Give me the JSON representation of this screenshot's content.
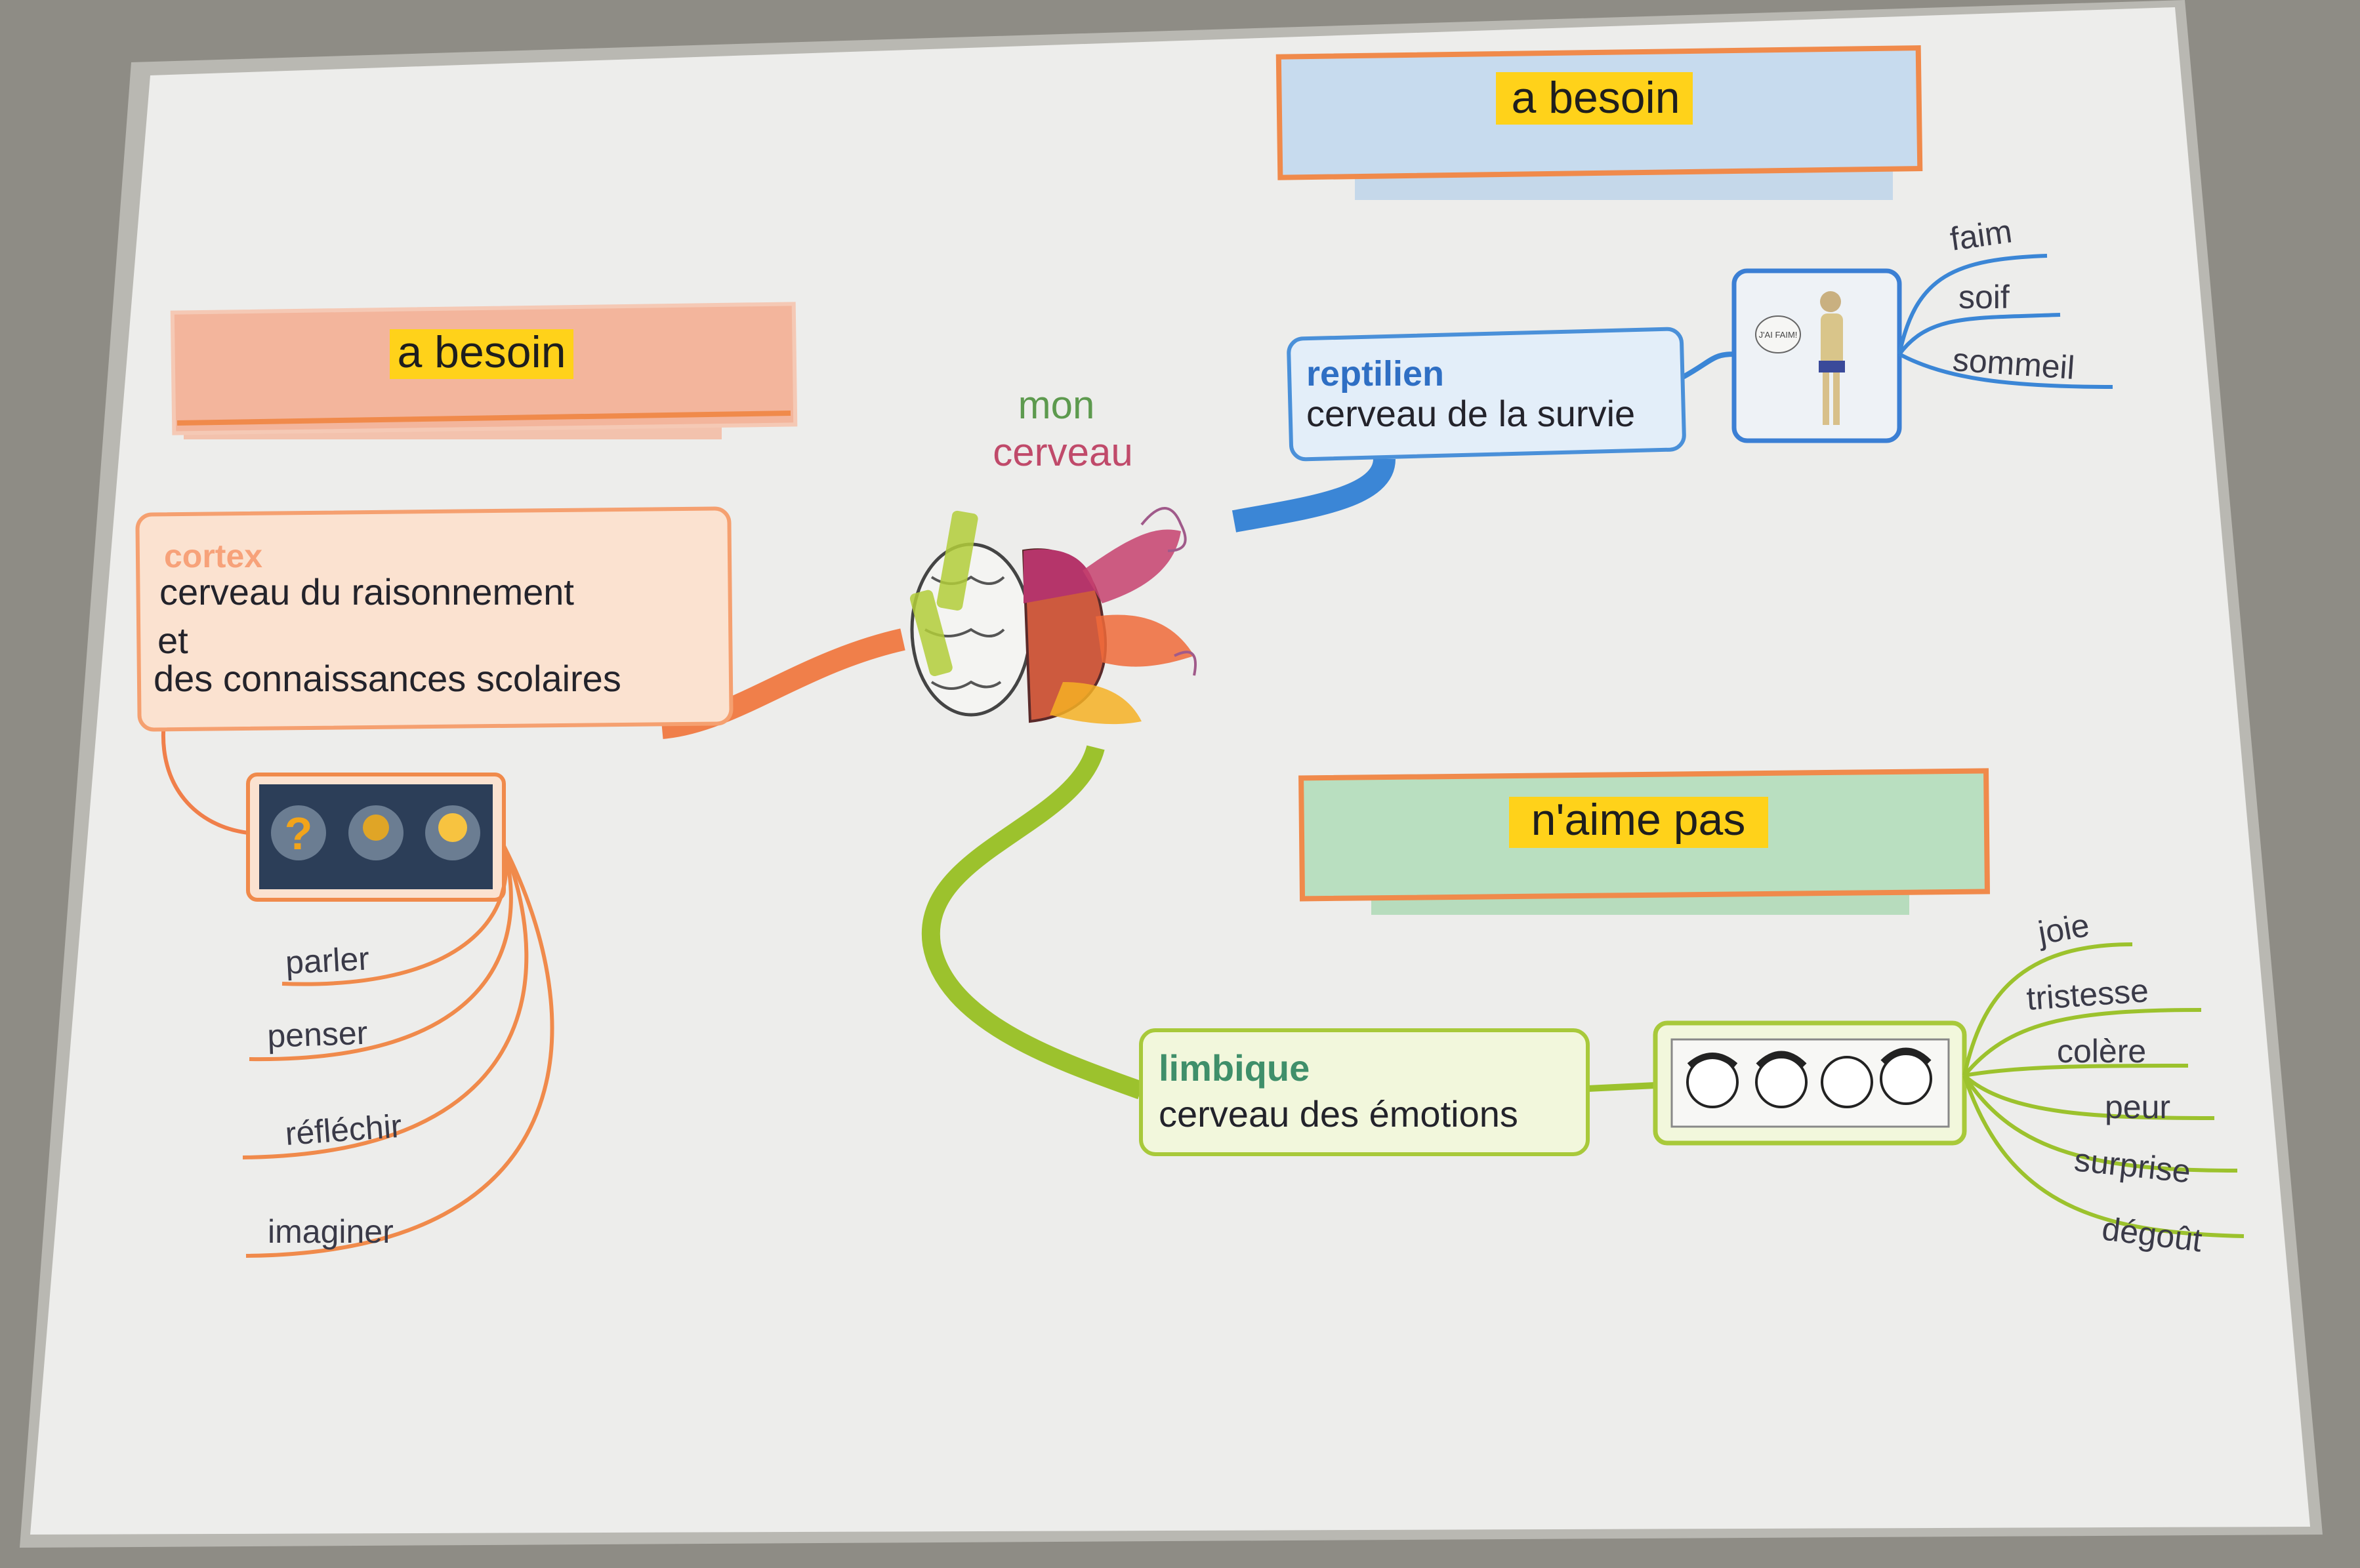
{
  "central": {
    "line1": "mon",
    "line2": "cerveau"
  },
  "colors": {
    "cortex": "#f07f4a",
    "reptilien": "#3b86d6",
    "limbique": "#9cc22d",
    "highlight": "#ffd21a"
  },
  "banners": {
    "reptilien_banner": "a besoin",
    "cortex_banner": "a besoin",
    "limbique_banner": "n'aime pas"
  },
  "cortex": {
    "title": "cortex",
    "lines": [
      "cerveau du raisonnement",
      "et",
      "des connaissances scolaires"
    ],
    "leaves": [
      "parler",
      "penser",
      "réfléchir",
      "imaginer"
    ]
  },
  "reptilien": {
    "title": "reptilien",
    "subtitle": "cerveau de la survie",
    "speech": "J'AI FAIM!",
    "leaves": [
      "faim",
      "soif",
      "sommeil"
    ]
  },
  "limbique": {
    "title": "limbique",
    "subtitle": "cerveau des émotions",
    "leaves": [
      "joie",
      "tristesse",
      "colère",
      "peur",
      "surprise",
      "dégoût"
    ]
  }
}
